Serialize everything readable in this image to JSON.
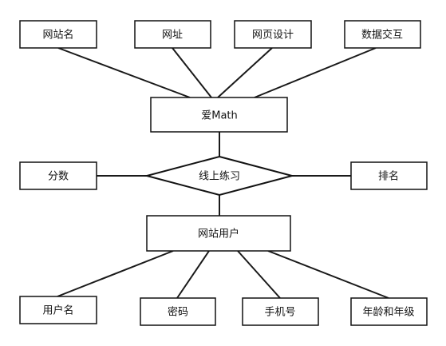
{
  "diagram": {
    "site": {
      "name": "网站名",
      "url": "网址",
      "design": "网页设计",
      "interaction": "数据交互",
      "center": "爱Math"
    },
    "exercise": {
      "score": "分数",
      "relation": "线上练习",
      "rank": "排名"
    },
    "user": {
      "center": "网站用户",
      "username": "用户名",
      "password": "密码",
      "phone": "手机号",
      "age_grade": "年龄和年级"
    }
  }
}
